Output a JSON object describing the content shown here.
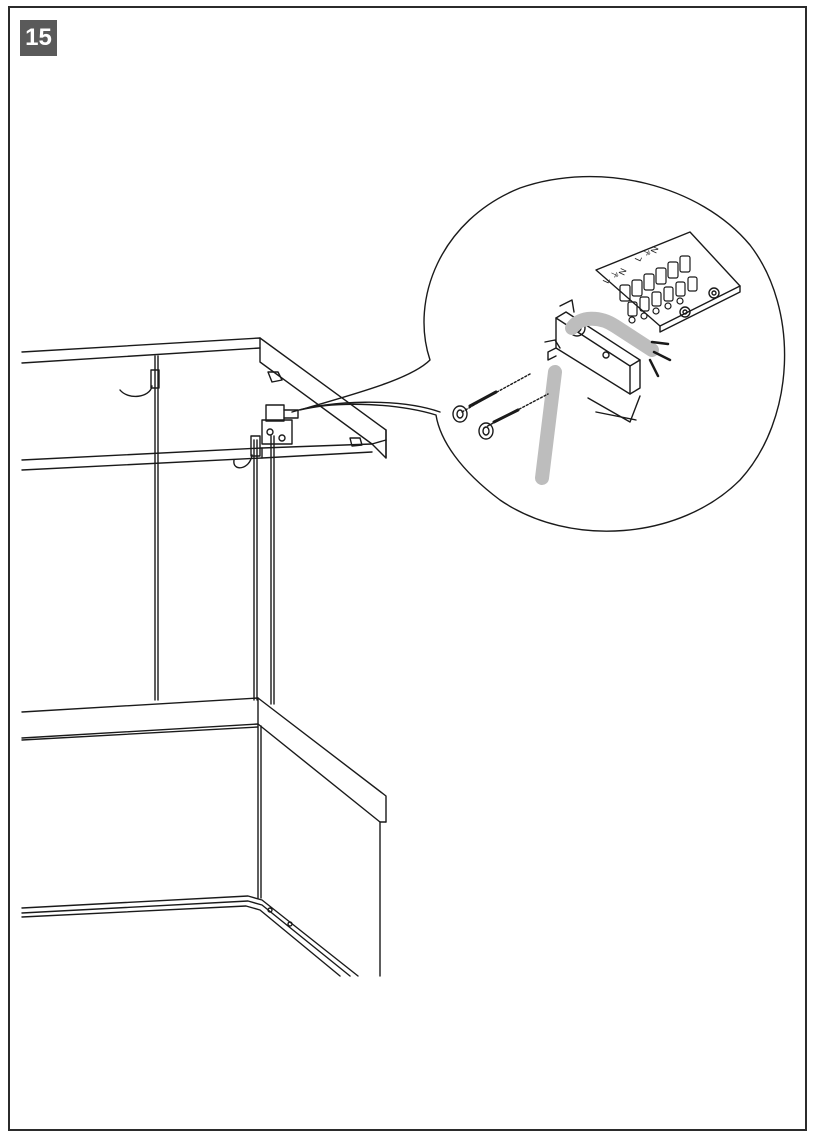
{
  "step": {
    "number": "15"
  },
  "terminal_block": {
    "labels": [
      "L",
      "⏚",
      "N",
      "L",
      "⏚",
      "N"
    ]
  },
  "colors": {
    "frame": "#2b2b2b",
    "badge_bg": "#5a5a5a",
    "cable": "#bdbdbd",
    "line": "#1a1a1a"
  },
  "icons": {
    "screw": "screw-icon",
    "cable": "cable-icon"
  }
}
